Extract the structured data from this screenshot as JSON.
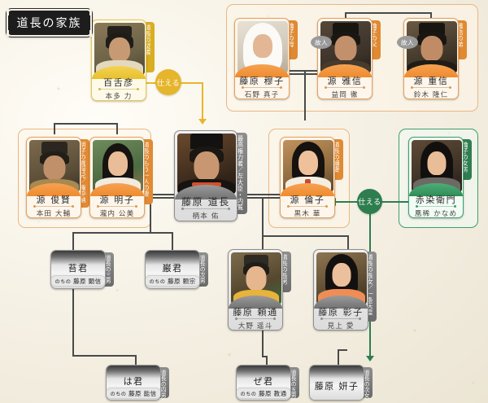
{
  "title": "道長の家族",
  "relations": {
    "serve_gold": "仕える",
    "serve_green": "仕える"
  },
  "cards": {
    "mozuhiko": {
      "name": "百舌彦",
      "actor": "本多 力",
      "tab": "道長の従者"
    },
    "bokushi": {
      "name": "藤原 穆子",
      "actor": "石野 真子",
      "tab": "倫子の母"
    },
    "masanobu": {
      "name": "源 雅信",
      "actor": "益岡 徹",
      "tab": "倫子の父",
      "status": "故人"
    },
    "shigenobu": {
      "name": "源 重信",
      "actor": "鈴木 隆仁",
      "tab": "雅信の弟",
      "status": "故人"
    },
    "toshikata": {
      "name": "源 俊賢",
      "actor": "本田 大輔",
      "tab": "明子の異母兄／権中納言"
    },
    "akiko": {
      "name": "源 明子",
      "actor": "瀧内 公美",
      "tab": "道長のもう一人の妻"
    },
    "michinaga": {
      "name": "藤原 道長",
      "actor": "柄本 佑",
      "tab": "最高権力者／左大臣・内覧"
    },
    "rinshi": {
      "name": "源 倫子",
      "actor": "黒木 華",
      "tab": "道長の嫡妻"
    },
    "akazome": {
      "name": "赤染衛門",
      "actor": "凰稀 かなめ",
      "tab": "倫子の女房"
    },
    "yorimichi": {
      "name": "藤原 頼通",
      "actor": "大野 遥斗",
      "tab": "道長の長男"
    },
    "shoshi": {
      "name": "藤原 彰子",
      "actor": "見上 愛",
      "tab": "道長の長女／一条天皇中宮"
    }
  },
  "child_cards": {
    "kokegimi": {
      "name": "苔君",
      "later_prefix": "のちの",
      "later_name": "藤原 顕信",
      "tab": "道長の三男"
    },
    "iwaogimi": {
      "name": "巌君",
      "later_prefix": "のちの",
      "later_name": "藤原 頼宗",
      "tab": "道長の次男"
    },
    "hagimi": {
      "name": "は君",
      "later_prefix": "のちの",
      "later_name": "藤原 能信",
      "tab": "道長の四男"
    },
    "zegimi": {
      "name": "ぜ君",
      "later_prefix": "のちの",
      "later_name": "藤原 教通",
      "tab": "道長の五男"
    },
    "kenshi": {
      "name": "藤原 妍子",
      "later_prefix": "",
      "later_name": "",
      "tab": "道長の次女"
    }
  },
  "colors": {
    "background": "#f6f2e8",
    "orange": "#e8a05a",
    "orange_tab": "#e08a33",
    "yellow": "#e9c648",
    "gold_badge": "#e5b52b",
    "green": "#3f9e69",
    "green_badge": "#2e7d4f",
    "gray": "#8d8d8d",
    "line": "#4a4a4a",
    "title_bg": "#1d1d1d"
  }
}
